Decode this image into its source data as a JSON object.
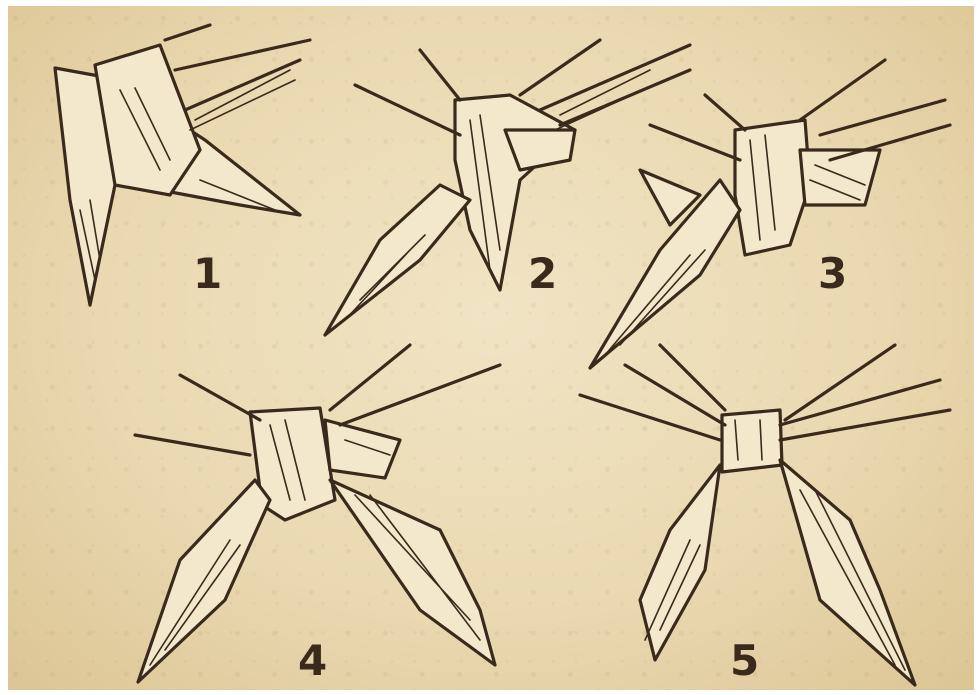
{
  "steps": [
    {
      "number": "1"
    },
    {
      "number": "2"
    },
    {
      "number": "3"
    },
    {
      "number": "4"
    },
    {
      "number": "5"
    }
  ],
  "colors": {
    "paper": "#ead9b2",
    "ink": "#3a2a1c"
  }
}
